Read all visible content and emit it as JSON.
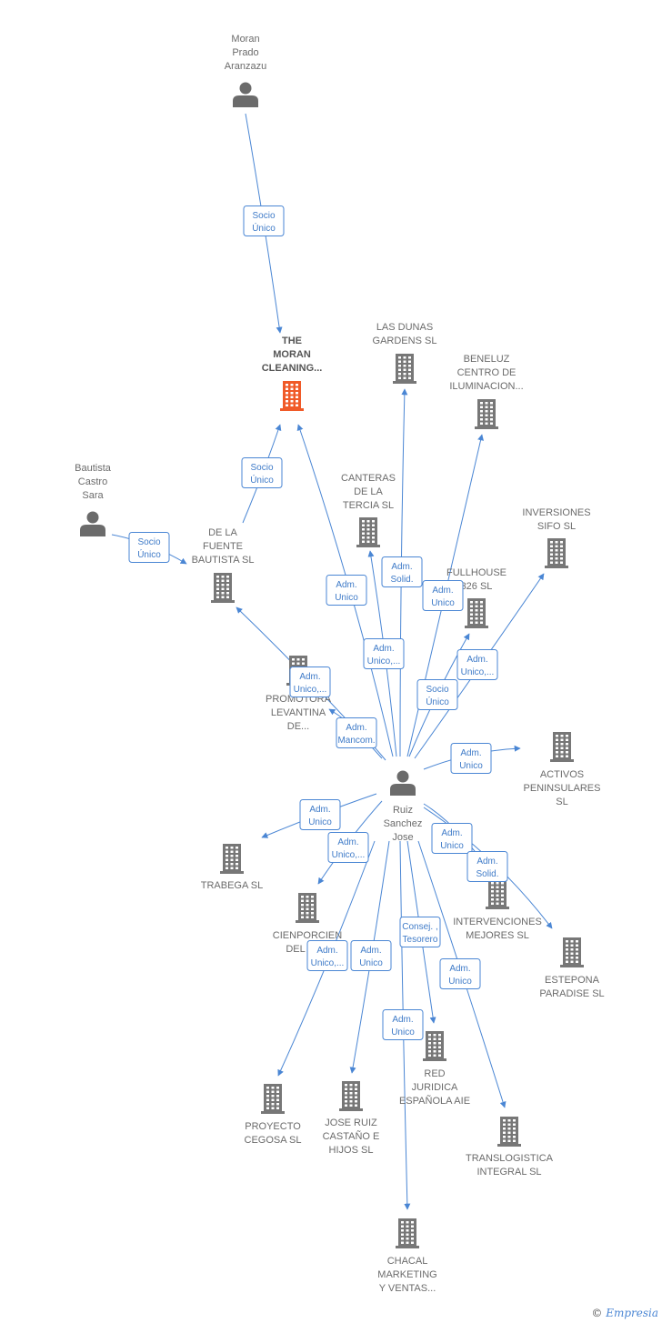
{
  "colors": {
    "edge": "#4a86d4",
    "building": "#777777",
    "highlight": "#f05a28",
    "person": "#6b6b6b"
  },
  "footer": {
    "copyright": "©",
    "brand": "Empresia"
  },
  "nodes": [
    {
      "id": "moran",
      "type": "person",
      "lines": [
        "Moran",
        "Prado",
        "Aranzazu"
      ]
    },
    {
      "id": "moran-cleaning",
      "type": "company-highlight",
      "lines": [
        "THE",
        "MORAN",
        "CLEANING..."
      ]
    },
    {
      "id": "las-dunas",
      "type": "company",
      "lines": [
        "LAS DUNAS",
        "GARDENS  SL"
      ]
    },
    {
      "id": "beneluz",
      "type": "company",
      "lines": [
        "BENELUZ",
        "CENTRO DE",
        "ILUMINACION..."
      ]
    },
    {
      "id": "bautista",
      "type": "person",
      "lines": [
        "Bautista",
        "Castro",
        "Sara"
      ]
    },
    {
      "id": "de-la-fuente",
      "type": "company",
      "lines": [
        "DE LA",
        "FUENTE",
        "BAUTISTA  SL"
      ]
    },
    {
      "id": "canteras",
      "type": "company",
      "lines": [
        "CANTERAS",
        "DE LA",
        "TERCIA  SL"
      ]
    },
    {
      "id": "inversiones-sifo",
      "type": "company",
      "lines": [
        "INVERSIONES",
        "SIFO  SL"
      ]
    },
    {
      "id": "fullhouse",
      "type": "company",
      "lines": [
        "FULLHOUSE",
        "326 SL"
      ]
    },
    {
      "id": "promotora",
      "type": "company",
      "lines": [
        "PROMOTORA",
        "LEVANTINA",
        "DE..."
      ]
    },
    {
      "id": "activos",
      "type": "company",
      "lines": [
        "ACTIVOS",
        "PENINSULARES",
        "SL"
      ]
    },
    {
      "id": "ruiz",
      "type": "person",
      "lines": [
        "Ruiz",
        "Sanchez",
        "Jose"
      ]
    },
    {
      "id": "trabega",
      "type": "company",
      "lines": [
        "TRABEGA SL"
      ]
    },
    {
      "id": "cienporcien",
      "type": "company",
      "lines": [
        "CIENPORCIEN",
        "DEL SUR"
      ]
    },
    {
      "id": "intervenciones",
      "type": "company",
      "lines": [
        "INTERVENCIONES",
        "MEJORES  SL"
      ]
    },
    {
      "id": "estepona",
      "type": "company",
      "lines": [
        "ESTEPONA",
        "PARADISE  SL"
      ]
    },
    {
      "id": "red-juridica",
      "type": "company",
      "lines": [
        "RED",
        "JURIDICA",
        "ESPAÑOLA AIE"
      ]
    },
    {
      "id": "proyecto",
      "type": "company",
      "lines": [
        "PROYECTO",
        "CEGOSA  SL"
      ]
    },
    {
      "id": "jose-ruiz",
      "type": "company",
      "lines": [
        "JOSE RUIZ",
        "CASTAÑO E",
        "HIJOS SL"
      ]
    },
    {
      "id": "translogistica",
      "type": "company",
      "lines": [
        "TRANSLOGISTICA",
        "INTEGRAL  SL"
      ]
    },
    {
      "id": "chacal",
      "type": "company",
      "lines": [
        "CHACAL",
        "MARKETING",
        "Y VENTAS..."
      ]
    }
  ],
  "edges": [
    {
      "id": "e-moran-cleaning",
      "label": [
        "Socio",
        "Único"
      ]
    },
    {
      "id": "e-defuente-cleaning",
      "label": [
        "Socio",
        "Único"
      ]
    },
    {
      "id": "e-bautista-defuente",
      "label": [
        "Socio",
        "Único"
      ]
    },
    {
      "id": "e-ruiz-cleaning",
      "label": [
        "Adm.",
        "Unico"
      ]
    },
    {
      "id": "e-ruiz-lasdunas",
      "label": [
        "Adm.",
        "Solid."
      ]
    },
    {
      "id": "e-ruiz-beneluz",
      "label": [
        "Adm.",
        "Unico"
      ]
    },
    {
      "id": "e-ruiz-canteras",
      "label": [
        "Adm.",
        "Unico,..."
      ]
    },
    {
      "id": "e-ruiz-sifo",
      "label": [
        "Adm.",
        "Unico,..."
      ]
    },
    {
      "id": "e-ruiz-fullhouse",
      "label": [
        "Socio",
        "Único"
      ]
    },
    {
      "id": "e-ruiz-defuente",
      "label": [
        "Adm.",
        "Unico,..."
      ]
    },
    {
      "id": "e-ruiz-promotora",
      "label": [
        "Adm.",
        "Mancom."
      ]
    },
    {
      "id": "e-ruiz-activos",
      "label": [
        "Adm.",
        "Unico"
      ]
    },
    {
      "id": "e-ruiz-trabega",
      "label": [
        "Adm.",
        "Unico"
      ]
    },
    {
      "id": "e-ruiz-cienporcien",
      "label": [
        "Adm.",
        "Unico,..."
      ]
    },
    {
      "id": "e-ruiz-intervenciones",
      "label": [
        "Adm.",
        "Unico"
      ]
    },
    {
      "id": "e-ruiz-estepona",
      "label": [
        "Adm.",
        "Solid."
      ]
    },
    {
      "id": "e-ruiz-proyecto",
      "label": [
        "Adm.",
        "Unico,..."
      ]
    },
    {
      "id": "e-ruiz-joseruiz",
      "label": [
        "Adm.",
        "Unico"
      ]
    },
    {
      "id": "e-ruiz-redjuridica",
      "label": [
        "Consej. ,",
        "Tesorero"
      ]
    },
    {
      "id": "e-ruiz-translogistica",
      "label": [
        "Adm.",
        "Unico"
      ]
    },
    {
      "id": "e-ruiz-chacal",
      "label": [
        "Adm.",
        "Unico"
      ]
    }
  ]
}
